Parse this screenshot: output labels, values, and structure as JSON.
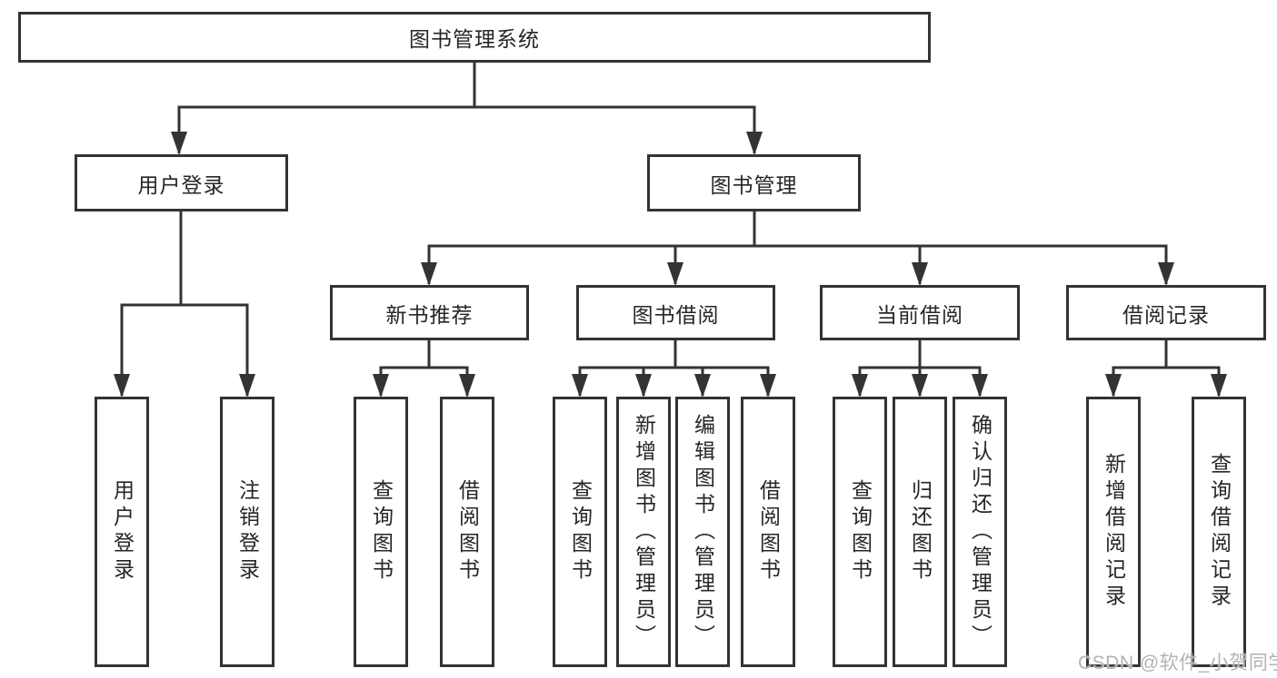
{
  "diagram_title": "图书管理系统",
  "tree": {
    "label": "图书管理系统",
    "children": [
      {
        "label": "用户登录",
        "children": [
          {
            "label": "用户登录"
          },
          {
            "label": "注销登录"
          }
        ]
      },
      {
        "label": "图书管理",
        "children": [
          {
            "label": "新书推荐",
            "children": [
              {
                "label": "查询图书"
              },
              {
                "label": "借阅图书"
              }
            ]
          },
          {
            "label": "图书借阅",
            "children": [
              {
                "label": "查询图书"
              },
              {
                "label": "新增图书（管理员）"
              },
              {
                "label": "编辑图书（管理员）"
              },
              {
                "label": "借阅图书"
              }
            ]
          },
          {
            "label": "当前借阅",
            "children": [
              {
                "label": "查询图书"
              },
              {
                "label": "归还图书"
              },
              {
                "label": "确认归还（管理员）"
              }
            ]
          },
          {
            "label": "借阅记录",
            "children": [
              {
                "label": "新增借阅记录"
              },
              {
                "label": "查询借阅记录"
              }
            ]
          }
        ]
      }
    ]
  },
  "watermark": "CSDN @软件_小贺同学",
  "colors": {
    "line": "#333333",
    "box_border": "#333333",
    "text": "#262626",
    "bg": "#ffffff",
    "watermark": "#b3b3b3"
  }
}
